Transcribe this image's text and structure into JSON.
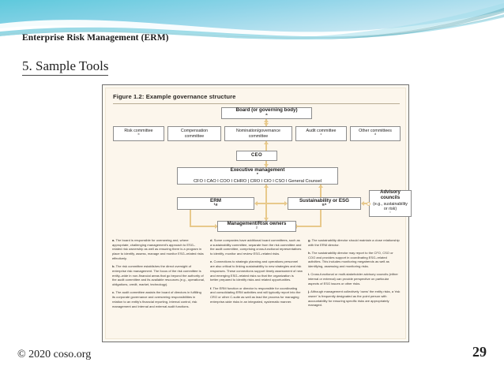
{
  "slide": {
    "subtitle": "Enterprise Risk Management (ERM)",
    "title": "5. Sample Tools",
    "footer_copyright": "© 2020 coso.org",
    "page_number": "29",
    "accent_color": "#4ec3d9"
  },
  "figure": {
    "title": "Figure 1.2: Example governance structure",
    "background_color": "#fcf6ec",
    "connector_color": "#e8c98b",
    "nodes": {
      "board": "Board (or governing body)",
      "board_sup": "a",
      "committees": [
        {
          "label": "Risk committee",
          "sup": "b"
        },
        {
          "label": "Compensation committee",
          "sup": ""
        },
        {
          "label": "Nomination/governance committee",
          "sup": ""
        },
        {
          "label": "Audit committee",
          "sup": "c"
        },
        {
          "label": "Other committees",
          "sup": "d"
        }
      ],
      "ceo": "CEO",
      "executive_management": "Executive management",
      "executive_management_sup": "e",
      "executive_roles": "CFO I CAO I COO I CHRO | CRO I CIO I CSO I General Counsel",
      "erm": "ERM",
      "erm_sup": "f,g",
      "esg": "Sustainability or ESG",
      "esg_sup": "g,h",
      "advisory_title": "Advisory councils",
      "advisory_sub": "(e.g., sustainability or risk)",
      "advisory_sup": "i",
      "management_risk_owners": "Management/Risk owners",
      "management_risk_owners_sup": "j"
    },
    "notes": {
      "column1": [
        {
          "key": "a.",
          "text": "The board is responsible for overseeing and, where appropriate, challenging management's approach to ESG–related risk ownership as well as ensuring there is a program in place to identify, assess, manage and monitor ESG–related risks effectively."
        },
        {
          "key": "b.",
          "text": "The risk committee establishes the direct oversight of enterprise risk management. The focus of the risk committee is entity–wide in non-financial areas that go beyond the authority of the audit committee and its available resources (e.g., operational, obligations, credit, market, technology)."
        },
        {
          "key": "c.",
          "text": "The audit committee assists the board of directors in fulfilling its corporate governance and overseeing responsibilities in relation to an entity's financial reporting, internal control, risk management and internal and external audit functions."
        }
      ],
      "column2": [
        {
          "key": "d.",
          "text": "Some companies have additional board committees, such as a sustainability committee, separate from the risk committee and the audit committee, comprising cross-functional representatives to identify, monitor and review ESG–related risks."
        },
        {
          "key": "e.",
          "text": "Connections to strategic planning and operations personnel are also critical to linking sustainability to new strategies and risk responses. These connections support timely assessment of new and emerging ESG–related risks so that the organization is better prepared to identify risks and related opportunities."
        },
        {
          "key": "f.",
          "text": "The ERM function or director is responsible for coordinating and consolidating ERM activities and will typically report into the CRO or other C-suite as well as lead the process for managing enterprise-wide risks in an integrated, systematic manner."
        }
      ],
      "column3": [
        {
          "key": "g.",
          "text": "The sustainability director should maintain a close relationship with the ERM director."
        },
        {
          "key": "h.",
          "text": "The sustainability director may report to the CFO, CSO or COO and provides support in coordinating ESG–related activities. This includes monitoring megatrends as well as identifying, assessing and monitoring risks."
        },
        {
          "key": "i.",
          "text": "Cross-functional or multi-stakeholder advisory councils (either internal or external) can provide perspective on particular aspects of ESG issues or other risks."
        },
        {
          "key": "j.",
          "text": "Although management collectively 'owns' the entity risks, a 'risk owner' is frequently designated as the point person with accountability for ensuring specific risks are appropriately managed."
        }
      ]
    }
  }
}
